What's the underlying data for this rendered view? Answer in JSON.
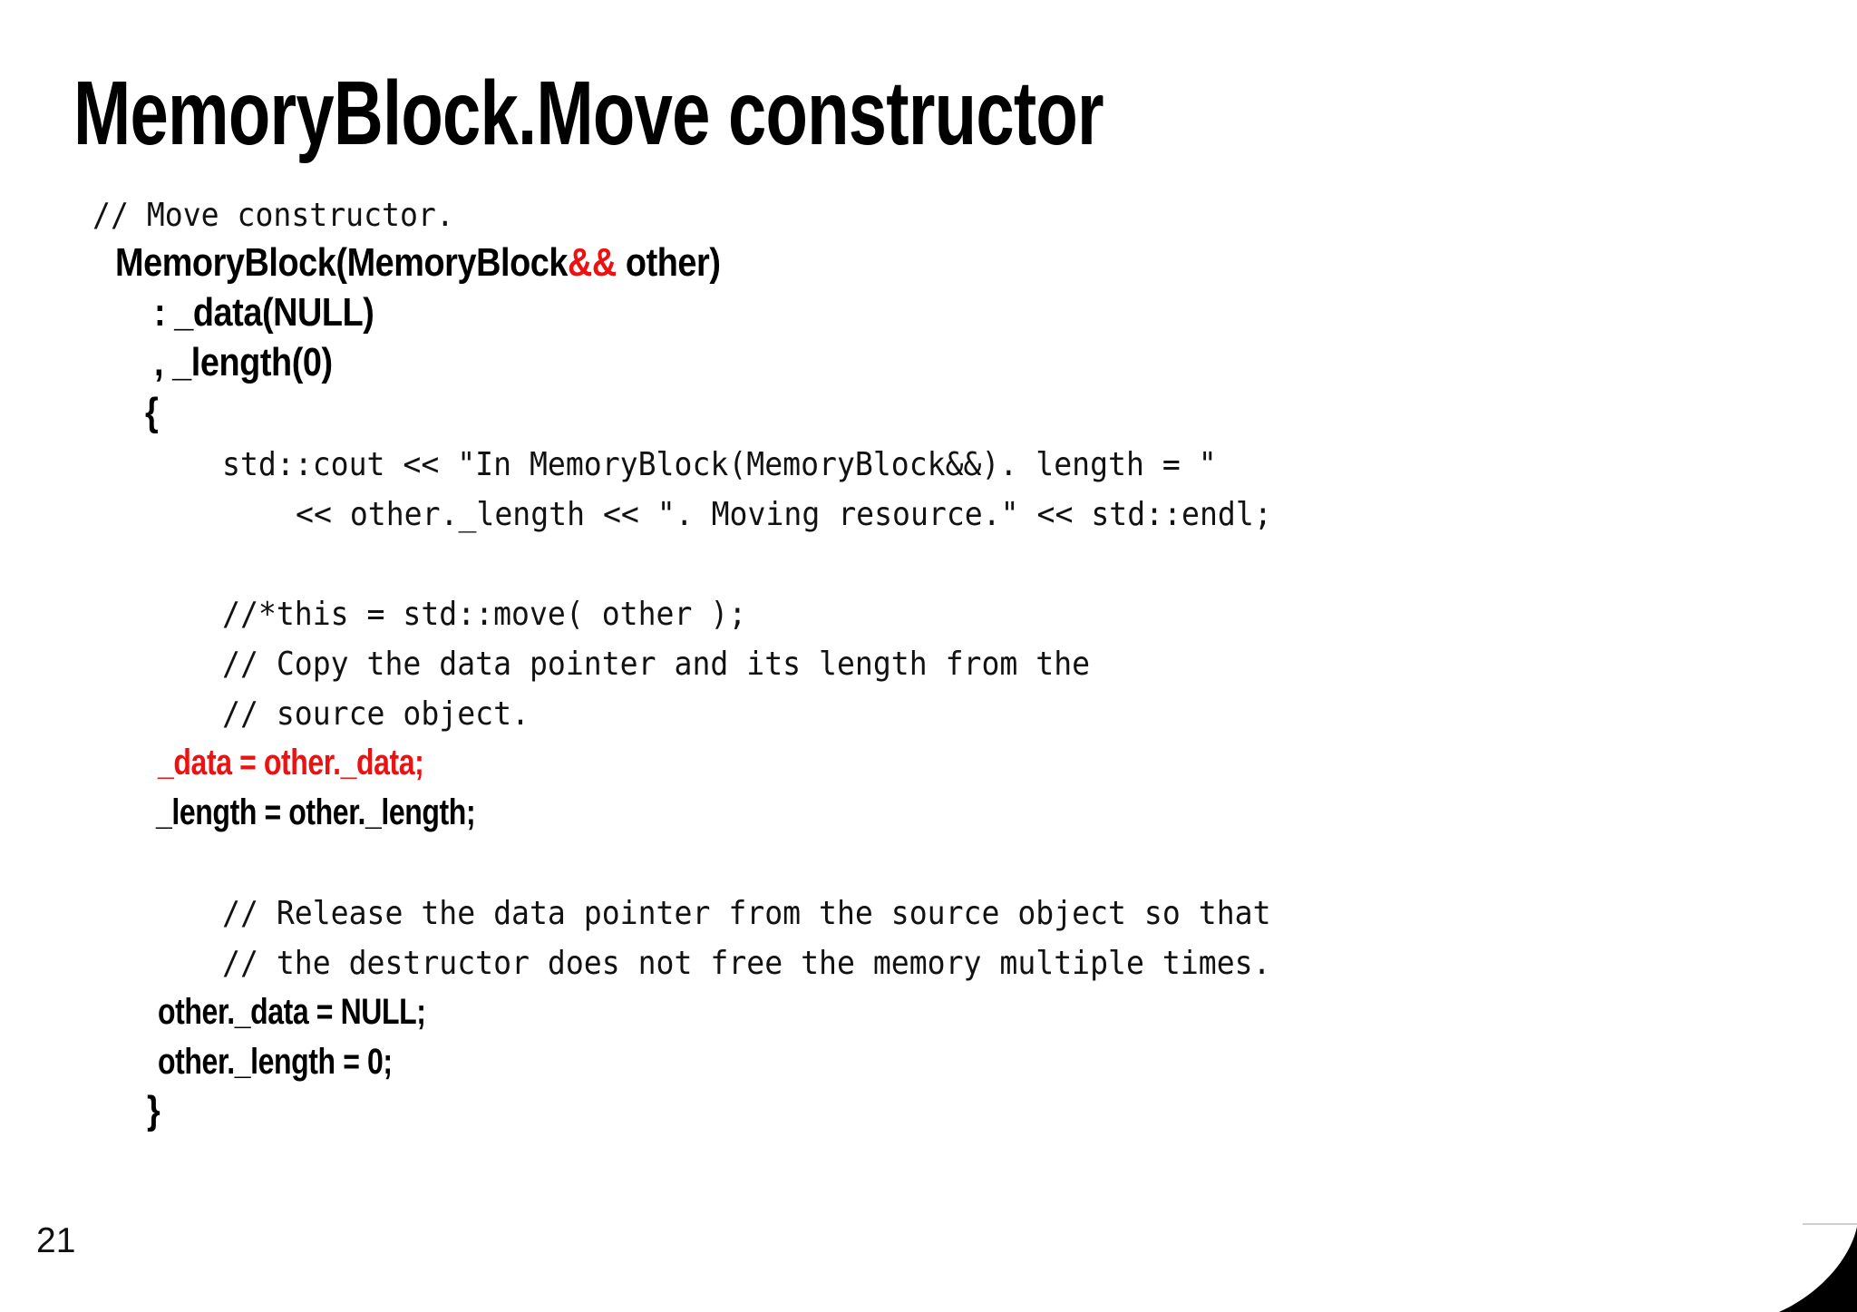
{
  "slide": {
    "title": "MemoryBlock.Move constructor",
    "page_number": "21",
    "accent_red": "#ee1111",
    "code_lines": [
      {
        "text": "// Move constructor."
      },
      {
        "parts": [
          {
            "text": "MemoryBlock(MemoryBlock"
          },
          {
            "text": "&&"
          },
          {
            "text": " other)"
          }
        ]
      },
      {
        "text": ": _data(NULL)"
      },
      {
        "text": ", _length(0)"
      },
      {
        "text": "{"
      },
      {
        "text": "std::cout << \"In MemoryBlock(MemoryBlock&&). length = \""
      },
      {
        "text": "<< other._length << \". Moving resource.\" << std::endl;"
      },
      {
        "text": "//*this = std::move( other );"
      },
      {
        "text": "// Copy the data pointer and its length from the"
      },
      {
        "text": "// source object."
      },
      {
        "text": "_data = other._data;"
      },
      {
        "text": "_length = other._length;"
      },
      {
        "text": "// Release the data pointer from the source object so that"
      },
      {
        "text": "// the destructor does not free the memory multiple times."
      },
      {
        "text": "other._data = NULL;"
      },
      {
        "text": "other._length = 0;"
      },
      {
        "text": "}"
      }
    ]
  }
}
